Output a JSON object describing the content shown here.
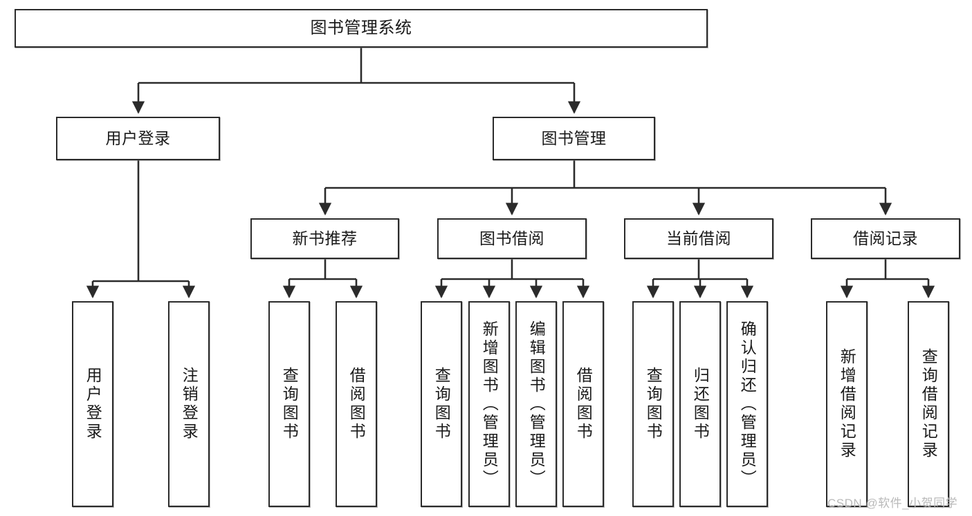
{
  "diagram": {
    "type": "tree-hierarchy-chart",
    "title": "图书管理系统",
    "watermark": "CSDN @软件_小贺同学",
    "colors": {
      "box_border": "#2b2b2b",
      "box_fill": "#ffffff",
      "connector": "#2b2b2b",
      "text": "#1a1a1a",
      "watermark": "#b9b9b9"
    },
    "nodes": {
      "root": {
        "label": "图书管理系统"
      },
      "level2": [
        {
          "id": "user-login",
          "label": "用户登录"
        },
        {
          "id": "book-management",
          "label": "图书管理"
        }
      ],
      "level3": [
        {
          "id": "new-book-recommend",
          "label": "新书推荐"
        },
        {
          "id": "book-borrow",
          "label": "图书借阅"
        },
        {
          "id": "current-borrow",
          "label": "当前借阅"
        },
        {
          "id": "borrow-record",
          "label": "借阅记录"
        }
      ],
      "leaves": {
        "user_login": [
          {
            "id": "leaf-user-login",
            "label": "用户登录"
          },
          {
            "id": "leaf-logout-login",
            "label": "注销登录"
          }
        ],
        "new_book_recommend": [
          {
            "id": "leaf-query-book-1",
            "label": "查询图书"
          },
          {
            "id": "leaf-borrow-book-1",
            "label": "借阅图书"
          }
        ],
        "book_borrow": [
          {
            "id": "leaf-query-book-2",
            "label": "查询图书"
          },
          {
            "id": "leaf-add-book-admin",
            "label": "新增图书（管理员）"
          },
          {
            "id": "leaf-edit-book-admin",
            "label": "编辑图书（管理员）"
          },
          {
            "id": "leaf-borrow-book-2",
            "label": "借阅图书"
          }
        ],
        "current_borrow": [
          {
            "id": "leaf-query-book-3",
            "label": "查询图书"
          },
          {
            "id": "leaf-return-book",
            "label": "归还图书"
          },
          {
            "id": "leaf-confirm-return-admin",
            "label": "确认归还（管理员）"
          }
        ],
        "borrow_record": [
          {
            "id": "leaf-add-borrow-record",
            "label": "新增借阅记录"
          },
          {
            "id": "leaf-query-borrow-record",
            "label": "查询借阅记录"
          }
        ]
      }
    }
  }
}
